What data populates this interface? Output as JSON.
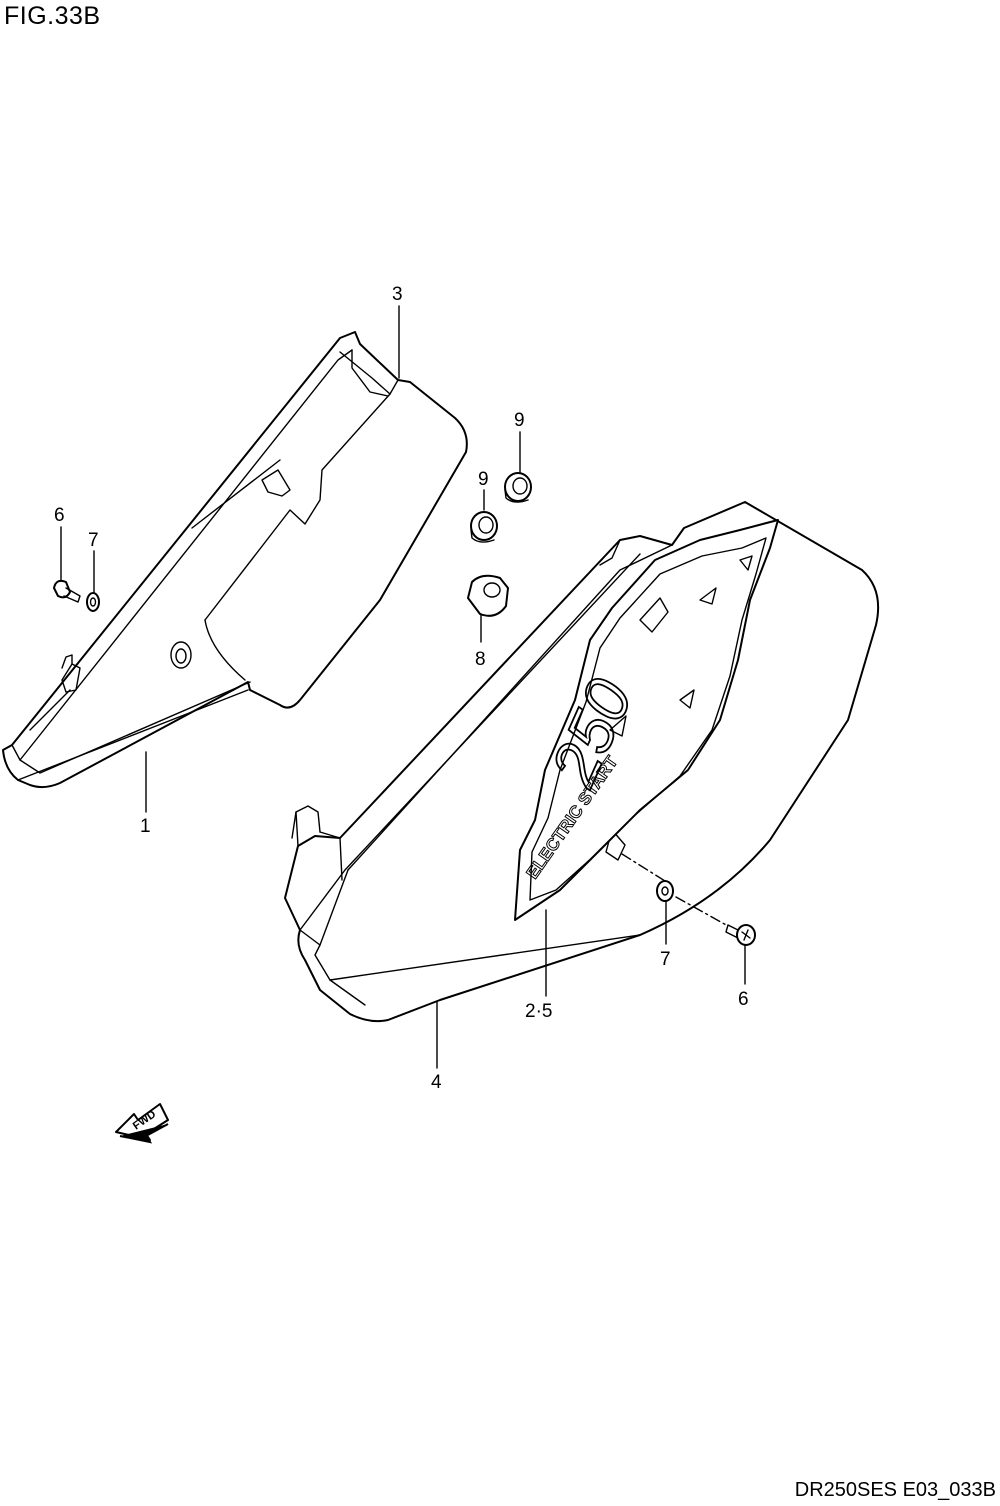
{
  "figure": {
    "title": "FIG.33B",
    "code": "DR250SES E03_033B"
  },
  "callouts": {
    "c1": "1",
    "c3": "3",
    "c4": "4",
    "c25": "2·5",
    "c6a": "6",
    "c7a": "7",
    "c6b": "6",
    "c7b": "7",
    "c8": "8",
    "c9a": "9",
    "c9b": "9"
  },
  "emblem": {
    "model": "250",
    "tagline": "ELECTRIC START"
  },
  "direction": {
    "label": "FWD"
  }
}
